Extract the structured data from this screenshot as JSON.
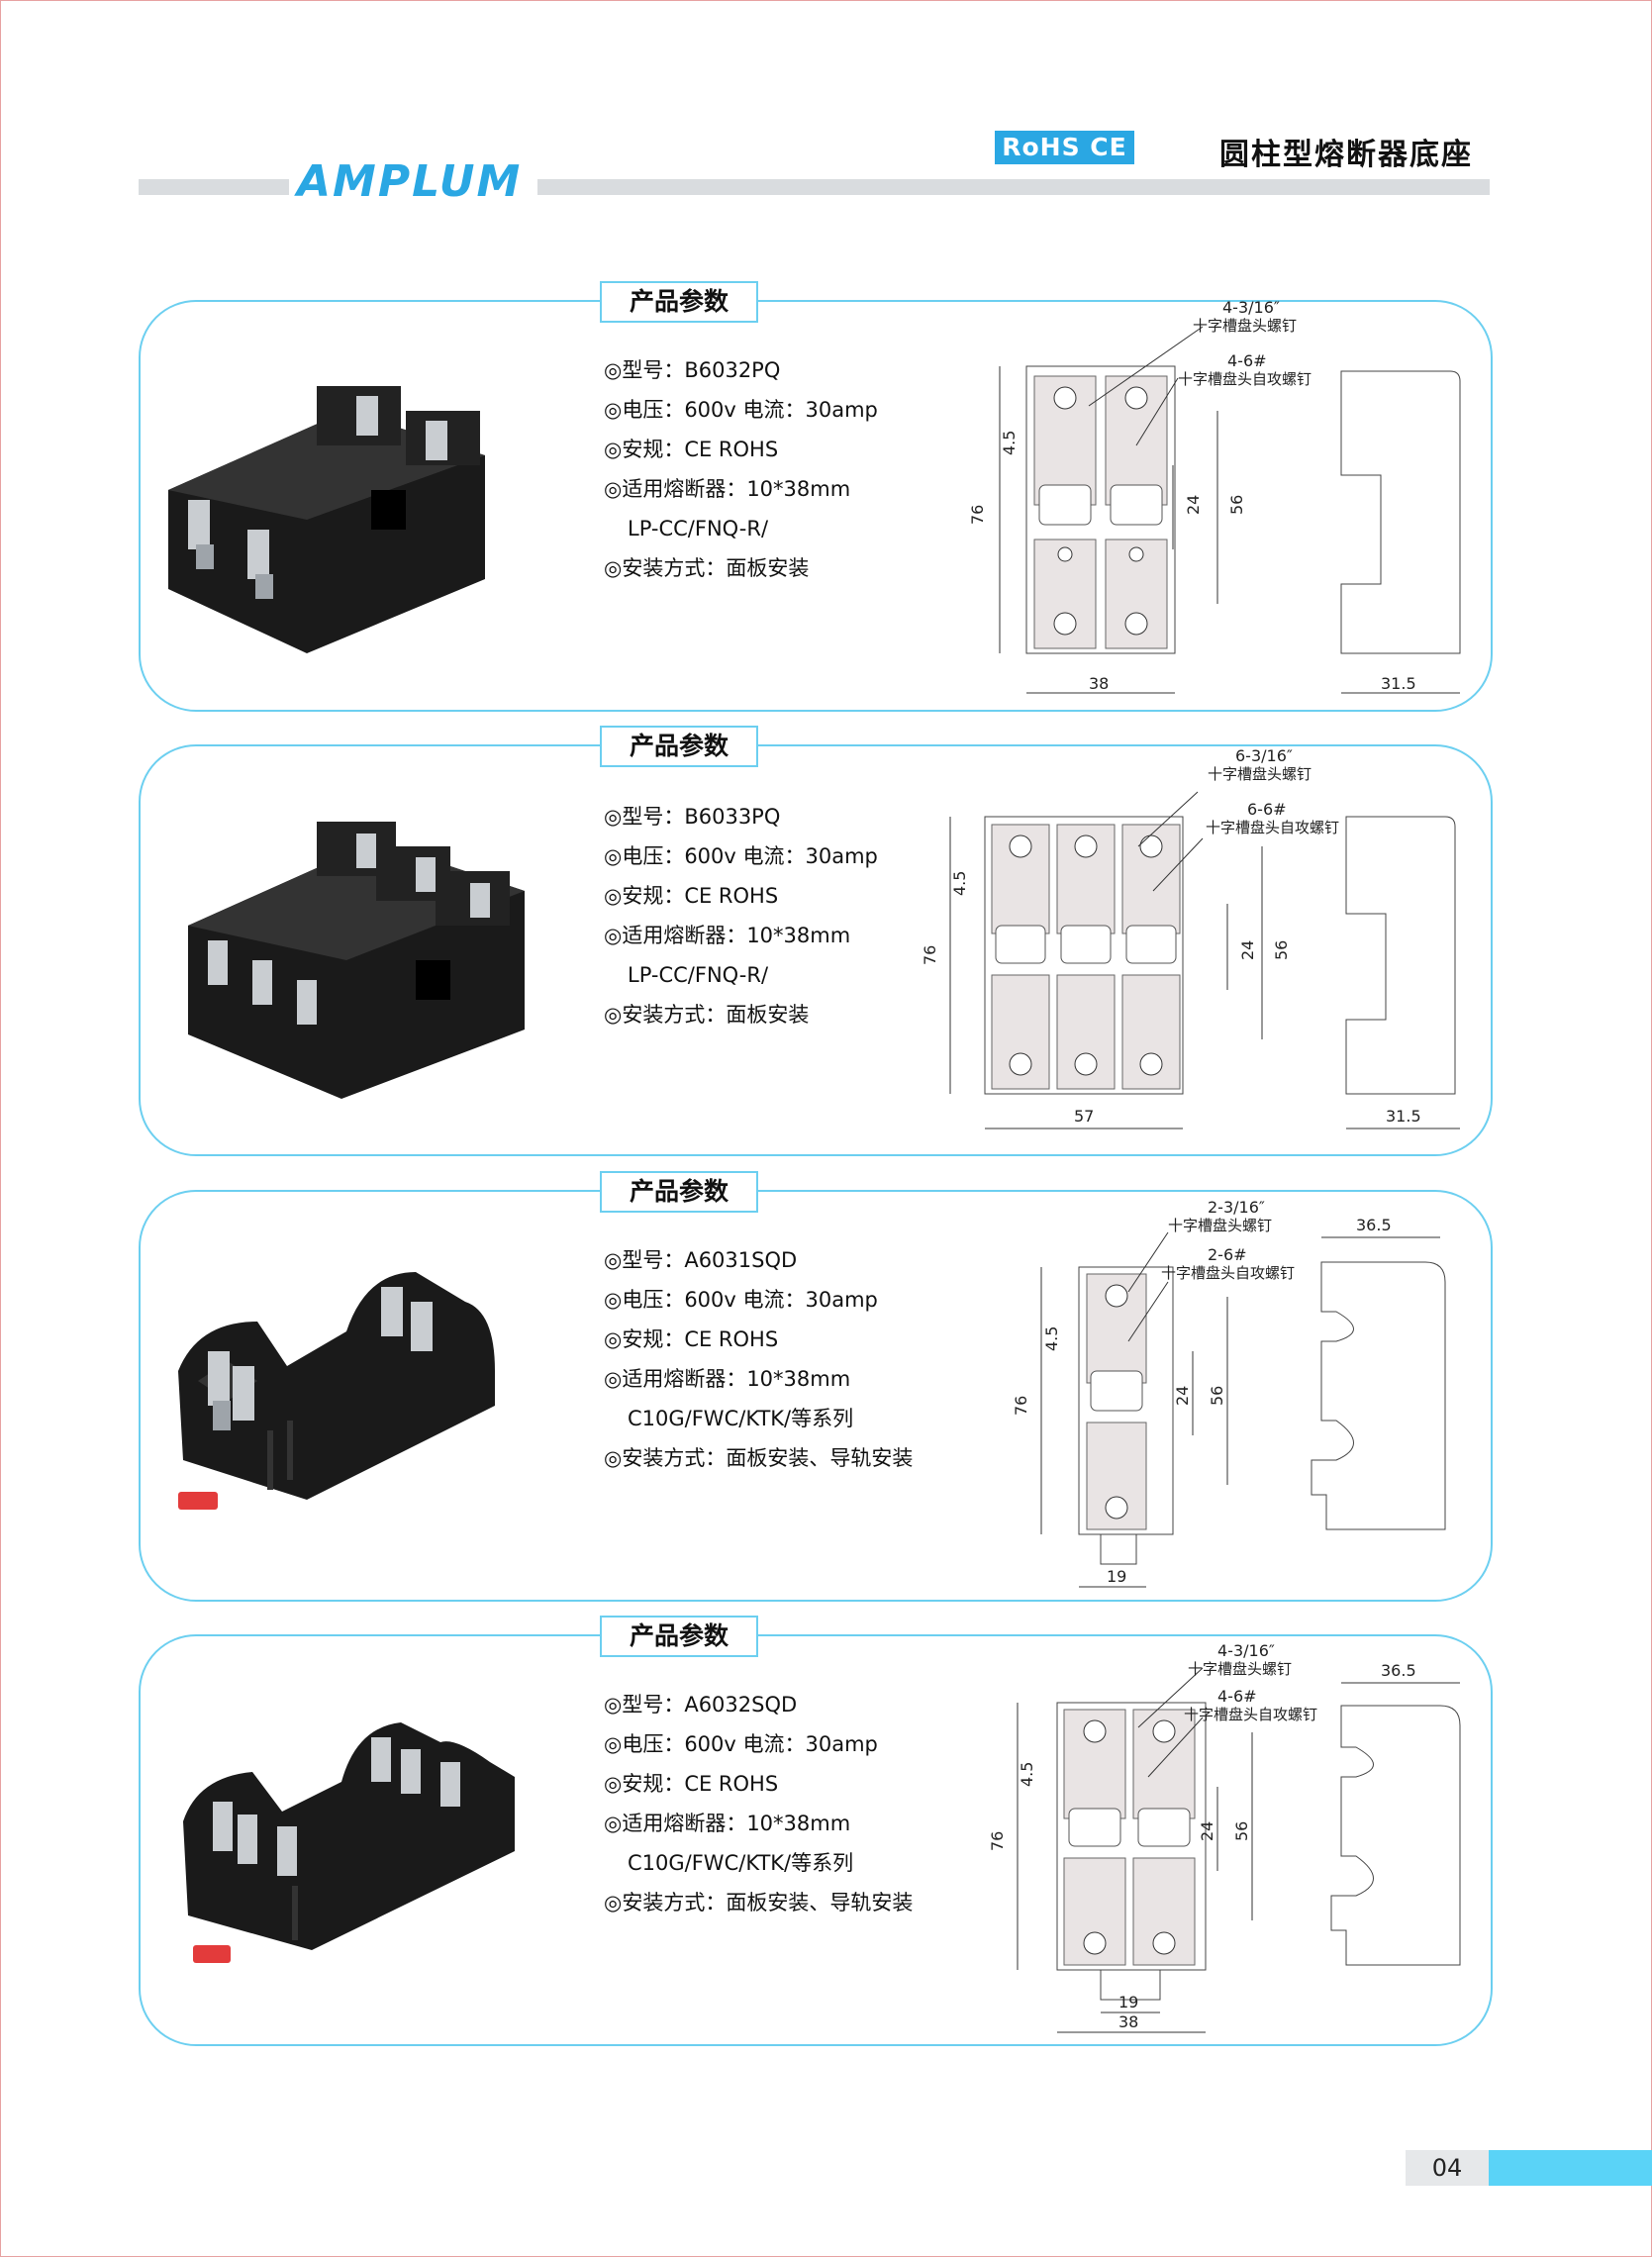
{
  "header": {
    "brand": "AMPLUM",
    "cert_badge": "RoHS CE",
    "title": "圆柱型熔断器底座"
  },
  "section_label": "产品参数",
  "products": [
    {
      "specs": {
        "model": "◎型号：B6032PQ",
        "rating": "◎电压：600v 电流：30amp",
        "approval": "◎安规：CE ROHS",
        "fuse": "◎适用熔断器：10*38mm",
        "fuse_types": "LP-CC/FNQ-R/",
        "mount": "◎安装方式：面板安装"
      },
      "drawing": {
        "screw_note_1a": "4-3/16″",
        "screw_note_1b": "十字槽盘头螺钉",
        "screw_note_2a": "4-6#",
        "screw_note_2b": "十字槽盘头自攻螺钉",
        "dim_height": "76",
        "dim_small": "4.5",
        "dim_mid": "24",
        "dim_span": "56",
        "dim_width": "38",
        "dim_depth": "31.5"
      }
    },
    {
      "specs": {
        "model": "◎型号：B6033PQ",
        "rating": "◎电压：600v 电流：30amp",
        "approval": "◎安规：CE ROHS",
        "fuse": "◎适用熔断器：10*38mm",
        "fuse_types": "LP-CC/FNQ-R/",
        "mount": "◎安装方式：面板安装"
      },
      "drawing": {
        "screw_note_1a": "6-3/16″",
        "screw_note_1b": "十字槽盘头螺钉",
        "screw_note_2a": "6-6#",
        "screw_note_2b": "十字槽盘头自攻螺钉",
        "dim_height": "76",
        "dim_small": "4.5",
        "dim_mid": "24",
        "dim_span": "56",
        "dim_width": "57",
        "dim_depth": "31.5"
      }
    },
    {
      "specs": {
        "model": "◎型号：A6031SQD",
        "rating": "◎电压：600v 电流：30amp",
        "approval": "◎安规：CE ROHS",
        "fuse": "◎适用熔断器：10*38mm",
        "fuse_types": "C10G/FWC/KTK/等系列",
        "mount": "◎安装方式：面板安装、导轨安装"
      },
      "drawing": {
        "screw_note_1a": "2-3/16″",
        "screw_note_1b": "十字槽盘头螺钉",
        "screw_note_2a": "2-6#",
        "screw_note_2b": "十字槽盘头自攻螺钉",
        "dim_height": "76",
        "dim_small": "4.5",
        "dim_mid": "24",
        "dim_span": "56",
        "dim_width": "19",
        "dim_depth": "36.5"
      }
    },
    {
      "specs": {
        "model": "◎型号：A6032SQD",
        "rating": "◎电压：600v 电流：30amp",
        "approval": "◎安规：CE ROHS",
        "fuse": "◎适用熔断器：10*38mm",
        "fuse_types": "C10G/FWC/KTK/等系列",
        "mount": "◎安装方式：面板安装、导轨安装"
      },
      "drawing": {
        "screw_note_1a": "4-3/16″",
        "screw_note_1b": "十字槽盘头螺钉",
        "screw_note_2a": "4-6#",
        "screw_note_2b": "十字槽盘头自攻螺钉",
        "dim_height": "76",
        "dim_small": "4.5",
        "dim_mid": "24",
        "dim_span": "56",
        "dim_width": "19",
        "dim_width_outer": "38",
        "dim_depth": "36.5"
      }
    }
  ],
  "footer": {
    "page_number": "04"
  },
  "colors": {
    "accent": "#2aa7e3",
    "panel_border": "#6ccff0",
    "header_bar": "#d9dcdf",
    "page_tab": "#5ad3f7"
  }
}
